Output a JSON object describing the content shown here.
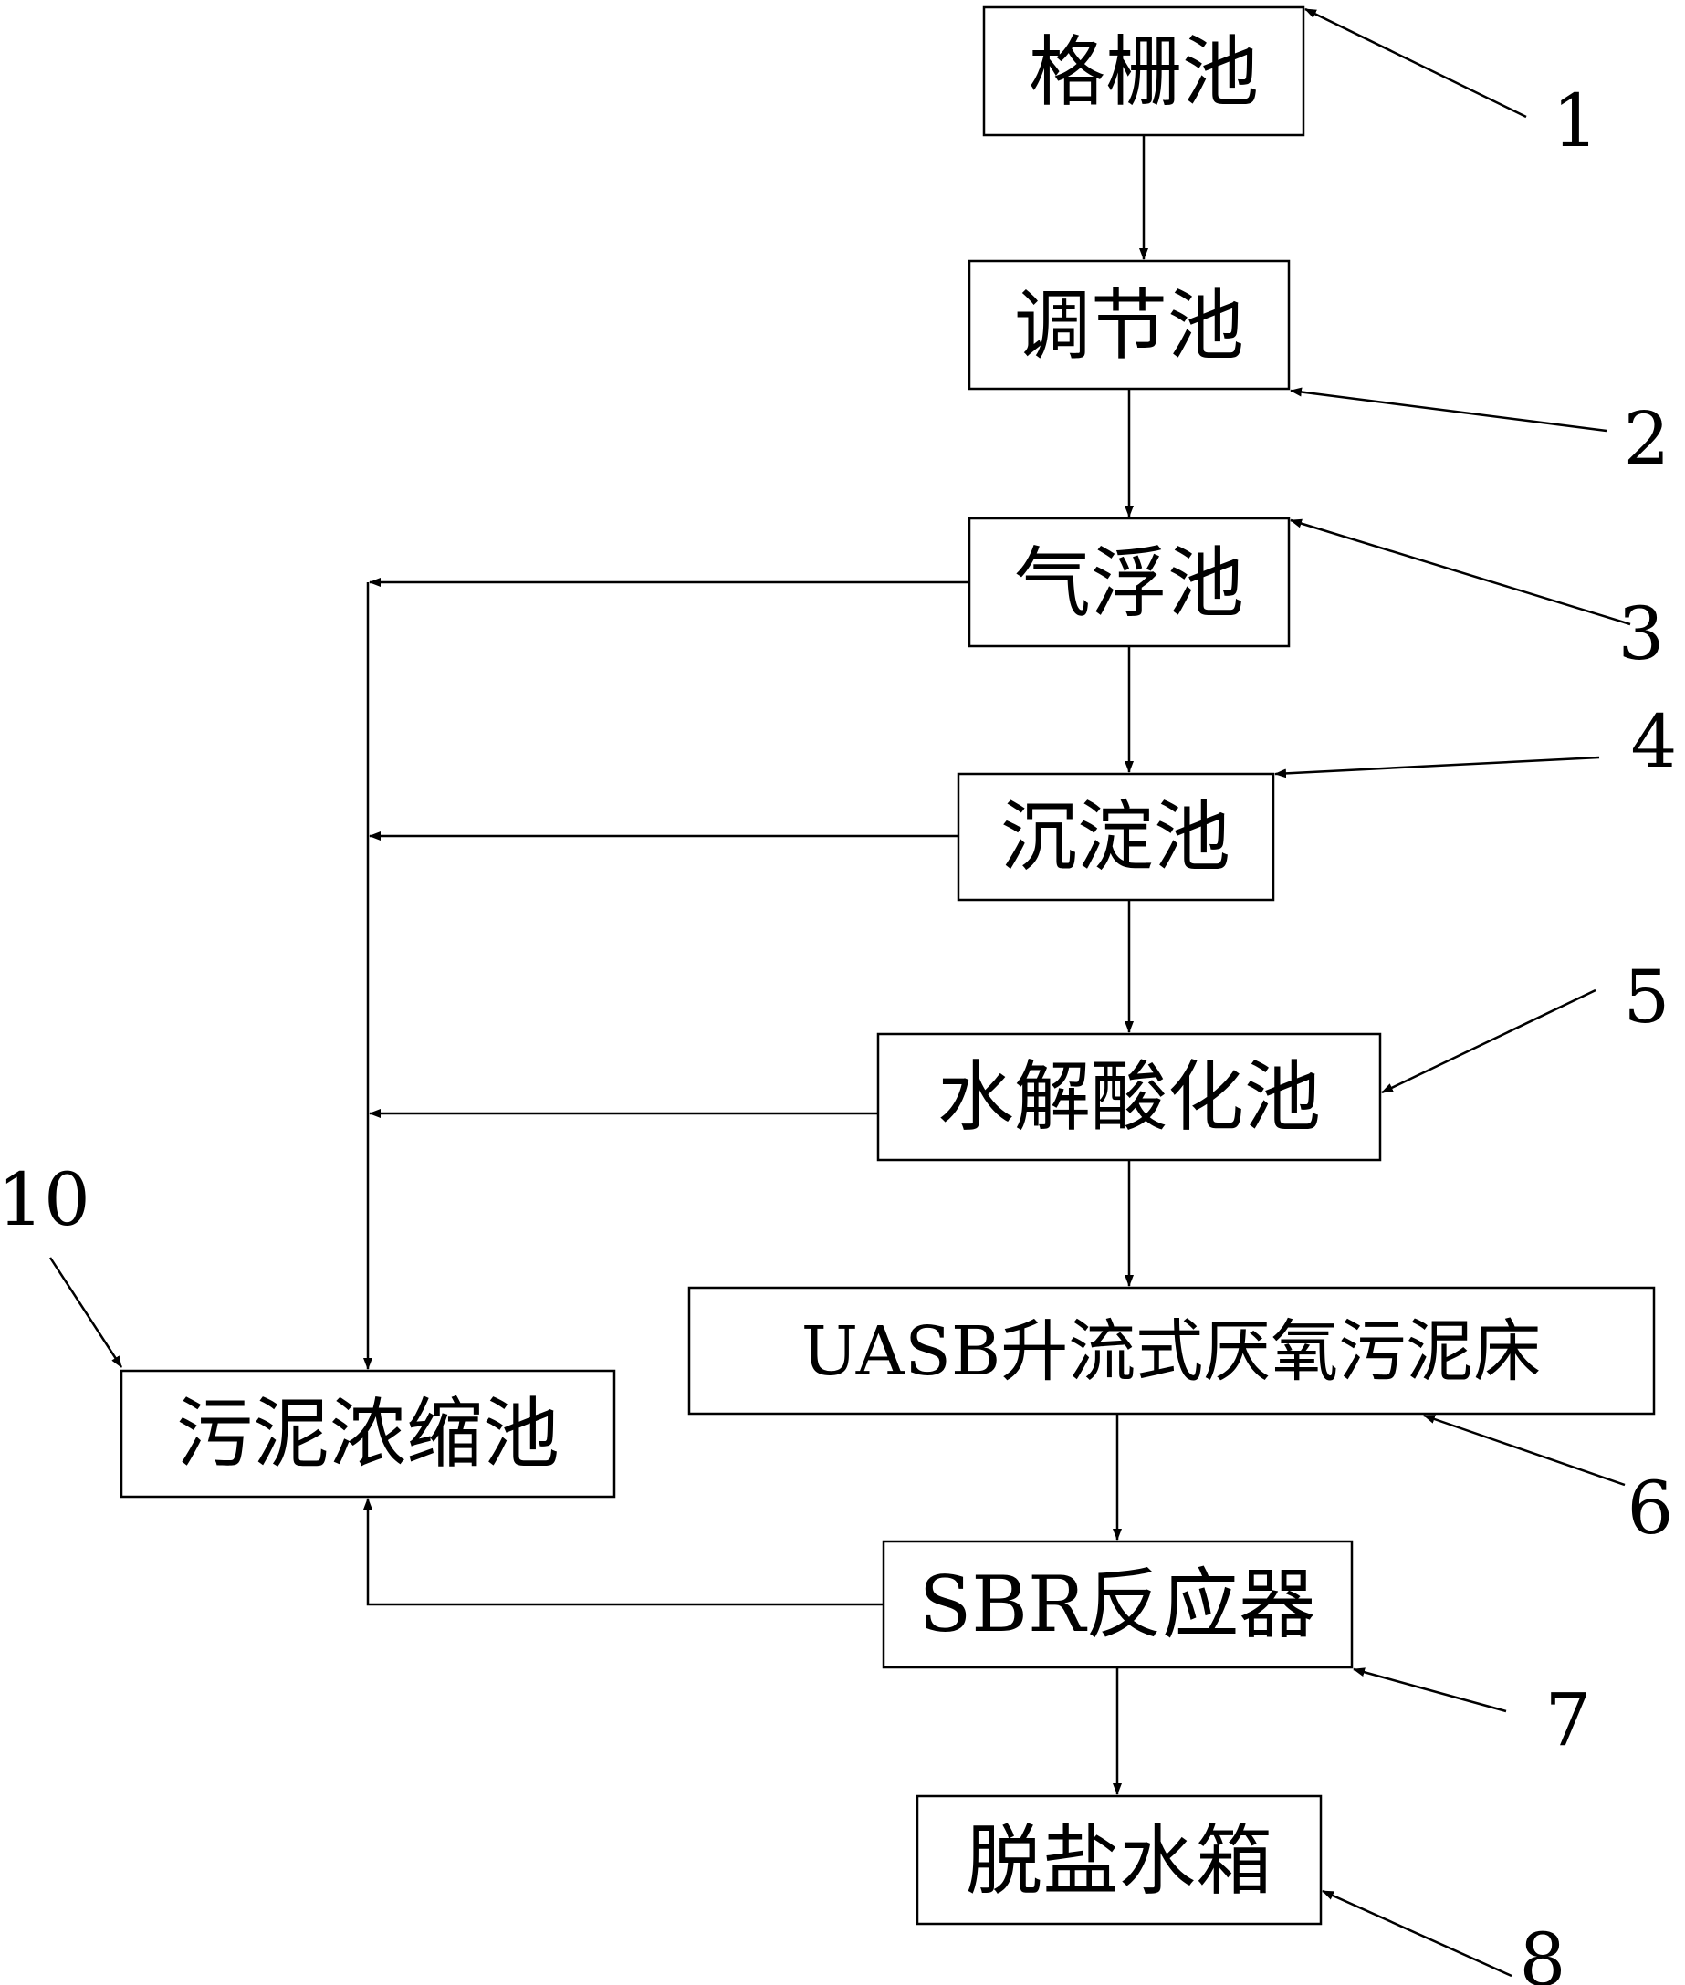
{
  "diagram": {
    "nodes": {
      "grid_tank": "格栅池",
      "equalization_tank": "调节池",
      "flotation_tank": "气浮池",
      "sedimentation_tank": "沉淀池",
      "hydrolysis_tank": "水解酸化池",
      "uasb": "UASB升流式厌氧污泥床",
      "sbr": "SBR反应器",
      "desalted_water_tank": "脱盐水箱",
      "sludge_thickener": "污泥浓缩池"
    },
    "labels": {
      "n1": "1",
      "n2": "2",
      "n3": "3",
      "n4": "4",
      "n5": "5",
      "n6": "6",
      "n7": "7",
      "n8": "8",
      "n10": "10"
    }
  }
}
